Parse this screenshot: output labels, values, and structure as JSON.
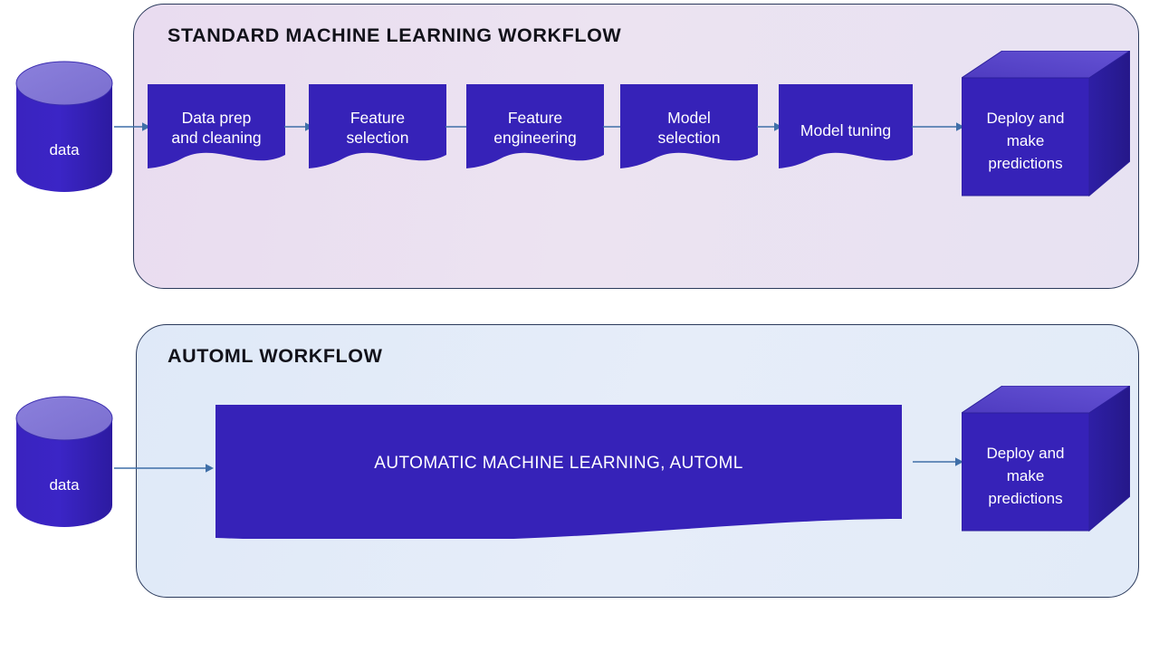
{
  "colors": {
    "box_blue": "#3622B8",
    "box_blue_dark": "#2B1AA8",
    "cube_top": "#5B47C8",
    "cube_side": "#2A1C96",
    "cylinder_body": "#3B25C4",
    "cylinder_top": "#8377D8",
    "panel_border": "#2B3A5C",
    "panel_standard_bg": "#EADFEF",
    "panel_automl_bg": "#E3EBF8",
    "arrow": "#3F6FA8",
    "title_text": "#12121A",
    "label_text": "#FFFFFF"
  },
  "standard_workflow": {
    "title": "STANDARD MACHINE LEARNING WORKFLOW",
    "source": {
      "label": "data",
      "icon": "database-cylinder-icon"
    },
    "steps": [
      {
        "label_line1": "Data prep",
        "label_line2": "and cleaning"
      },
      {
        "label_line1": "Feature",
        "label_line2": "selection"
      },
      {
        "label_line1": "Feature",
        "label_line2": "engineering"
      },
      {
        "label_line1": "Model",
        "label_line2": "selection"
      },
      {
        "label_line1": "Model tuning",
        "label_line2": ""
      }
    ],
    "output": {
      "label_line1": "Deploy and",
      "label_line2": "make",
      "label_line3": "predictions",
      "icon": "cube-icon"
    }
  },
  "automl_workflow": {
    "title": "AUTOML WORKFLOW",
    "source": {
      "label": "data",
      "icon": "database-cylinder-icon"
    },
    "banner": {
      "label": "AUTOMATIC MACHINE LEARNING, AUTOML"
    },
    "output": {
      "label_line1": "Deploy and",
      "label_line2": "make",
      "label_line3": "predictions",
      "icon": "cube-icon"
    }
  },
  "arrows": {
    "icon": "arrow-right-icon",
    "count_standard": 6,
    "count_automl": 2
  }
}
